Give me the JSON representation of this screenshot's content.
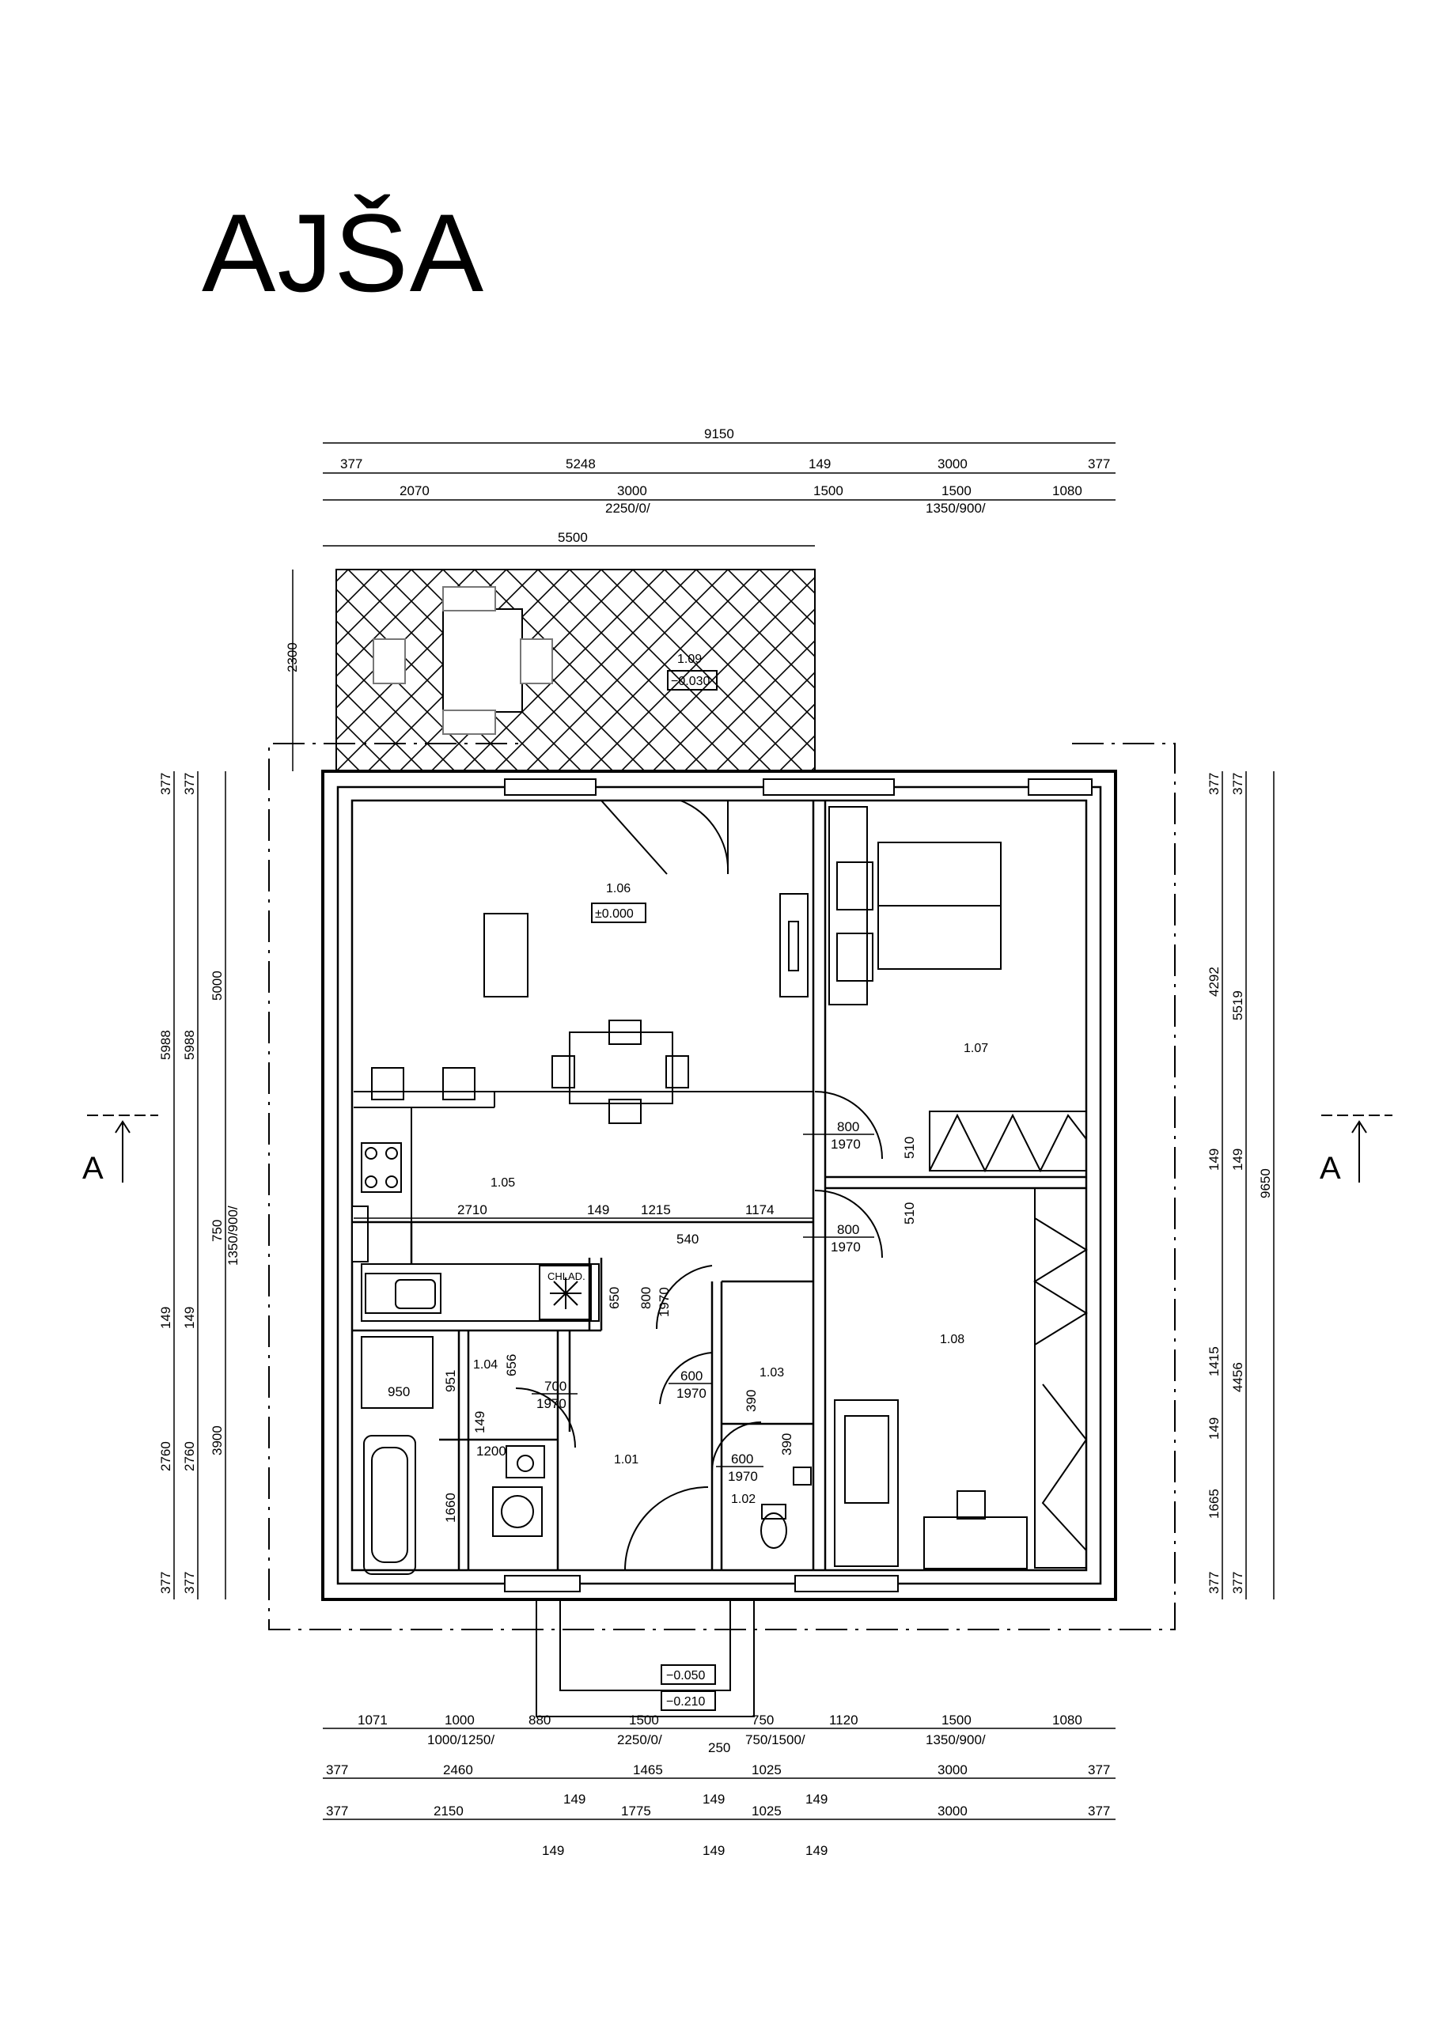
{
  "title": "AJŠA",
  "section_marker": "A",
  "rooms": [
    {
      "id": "1.01"
    },
    {
      "id": "1.02"
    },
    {
      "id": "1.03"
    },
    {
      "id": "1.04"
    },
    {
      "id": "1.05"
    },
    {
      "id": "1.06"
    },
    {
      "id": "1.07"
    },
    {
      "id": "1.08"
    },
    {
      "id": "1.09"
    }
  ],
  "levels": [
    "±0.000",
    "−0.030",
    "−0.050",
    "−0.210"
  ],
  "fridge_label": "CHLAD.",
  "dims_top": {
    "overall": "9150",
    "row1": [
      "377",
      "5248",
      "149",
      "3000",
      "377"
    ],
    "row2": [
      "2070",
      "3000",
      "1500",
      "1500",
      "1080"
    ],
    "row2_sub": [
      "2250/0/",
      "1350/900/"
    ],
    "terrace_w": "5500",
    "terrace_h": "2300"
  },
  "dims_left": {
    "col1": [
      "377",
      "5988",
      "149",
      "2760",
      "377"
    ],
    "col2": [
      "377",
      "5988",
      "149",
      "2760",
      "377"
    ],
    "col3": [
      "5000",
      "750",
      "1350/900/",
      "3900"
    ]
  },
  "dims_right": {
    "col1": [
      "377",
      "4292",
      "149",
      "1415",
      "149",
      "1665",
      "377"
    ],
    "col2": [
      "377",
      "5519",
      "149",
      "4456",
      "377"
    ],
    "overall": "9650"
  },
  "dims_bottom": {
    "row1": [
      "1071",
      "1000",
      "880",
      "1500",
      "750",
      "1120",
      "1500",
      "1080"
    ],
    "row1_sub": [
      "1000/1250/",
      "2250/0/",
      "250",
      "750/1500/",
      "1350/900/"
    ],
    "row2": [
      "377",
      "2460",
      "1465",
      "1025",
      "3000",
      "377"
    ],
    "row3": [
      "377",
      "2150",
      "149",
      "1775",
      "149",
      "1025",
      "149",
      "3000",
      "377"
    ],
    "row3_sub": [
      "149",
      "149",
      "149"
    ]
  },
  "dims_inner": {
    "kitchen_row": [
      "2710",
      "149",
      "1215",
      "1174"
    ],
    "d_540": "540",
    "d_650": "650",
    "d_951": "951",
    "d_950": "950",
    "d_656": "656",
    "d_149": "149",
    "d_1200": "1200",
    "d_1660": "1660",
    "d_390a": "390",
    "d_390b": "390",
    "d_510a": "510",
    "d_510b": "510"
  },
  "doors": [
    {
      "w": "800",
      "h": "1970"
    },
    {
      "w": "800",
      "h": "1970"
    },
    {
      "w": "800",
      "h": "1970"
    },
    {
      "w": "700",
      "h": "1970"
    },
    {
      "w": "600",
      "h": "1970"
    },
    {
      "w": "600",
      "h": "1970"
    }
  ]
}
